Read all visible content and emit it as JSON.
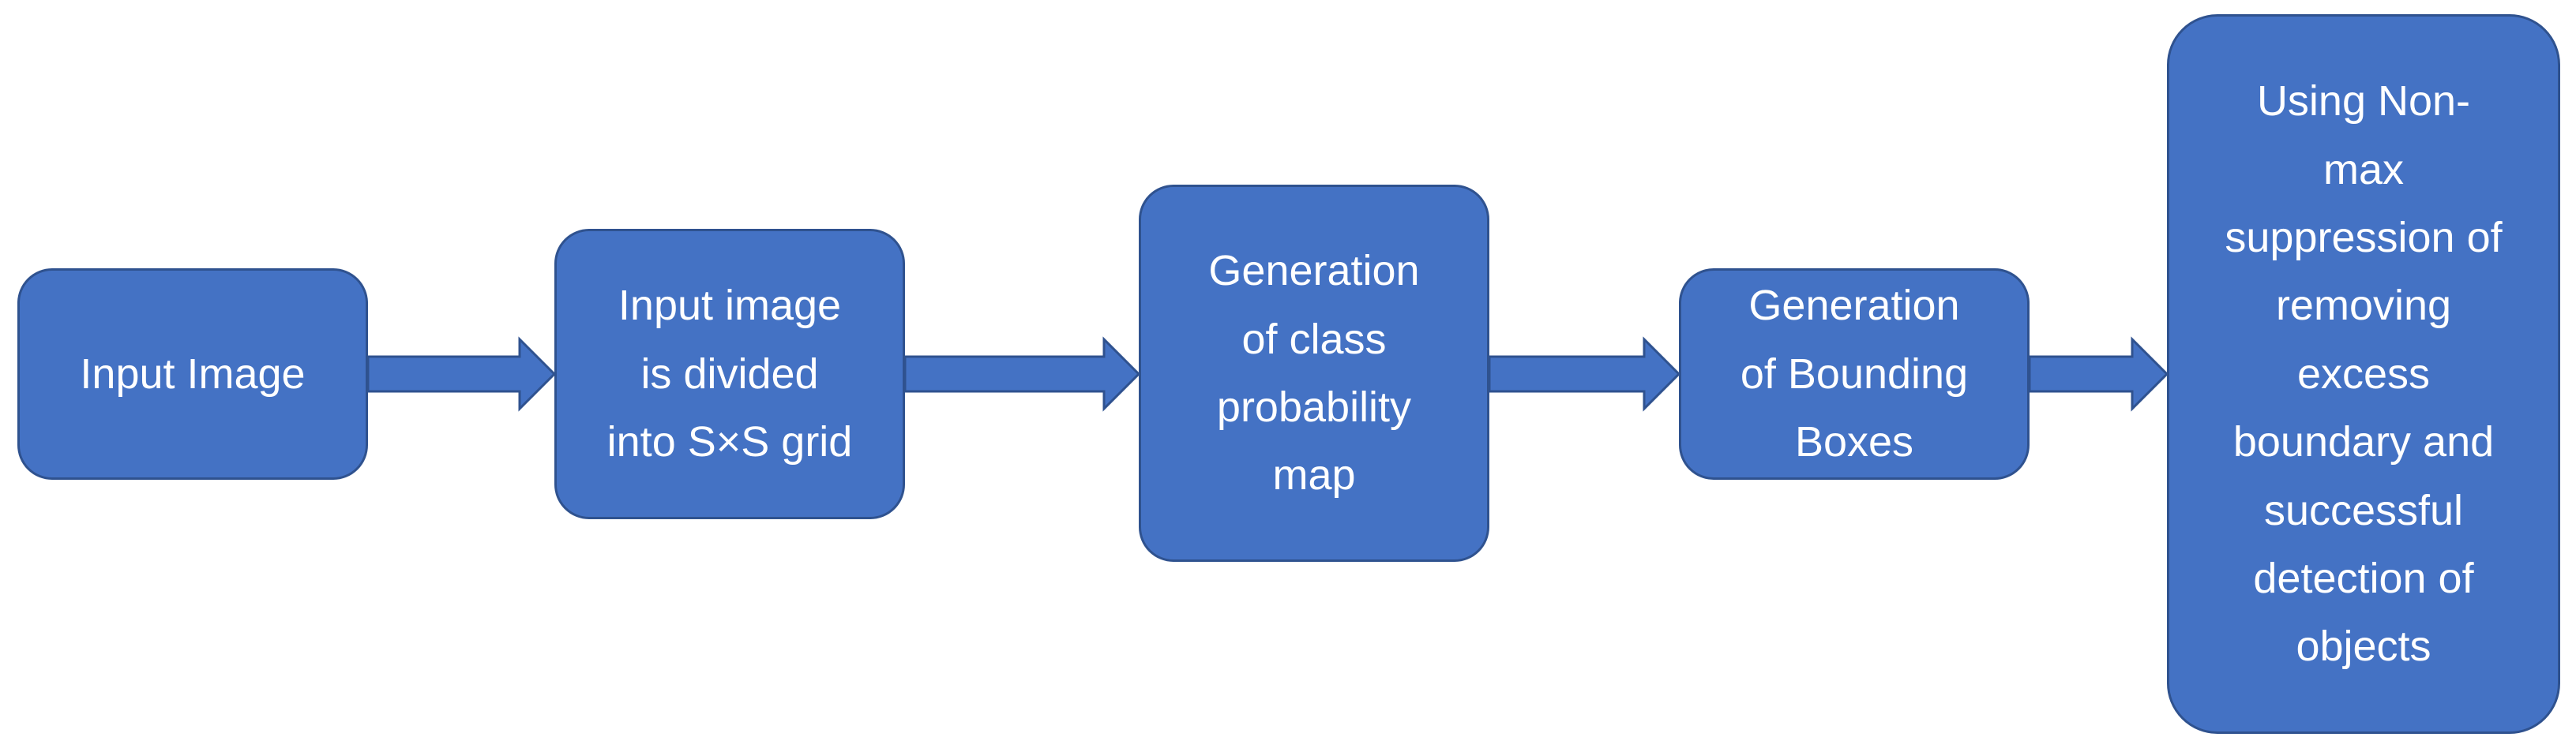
{
  "diagram": {
    "colors": {
      "box_fill": "#4472c4",
      "box_border": "#2f528f",
      "text": "#ffffff",
      "arrow": "#4472c4"
    },
    "steps": [
      {
        "label": "Input Image"
      },
      {
        "label": "Input image\nis divided\ninto S×S grid"
      },
      {
        "label": "Generation\nof class\nprobability\nmap"
      },
      {
        "label": "Generation\nof Bounding\nBoxes"
      },
      {
        "label": "Using Non-\nmax\nsuppression of\nremoving\nexcess\nboundary and\nsuccessful\ndetection of\nobjects"
      }
    ]
  }
}
